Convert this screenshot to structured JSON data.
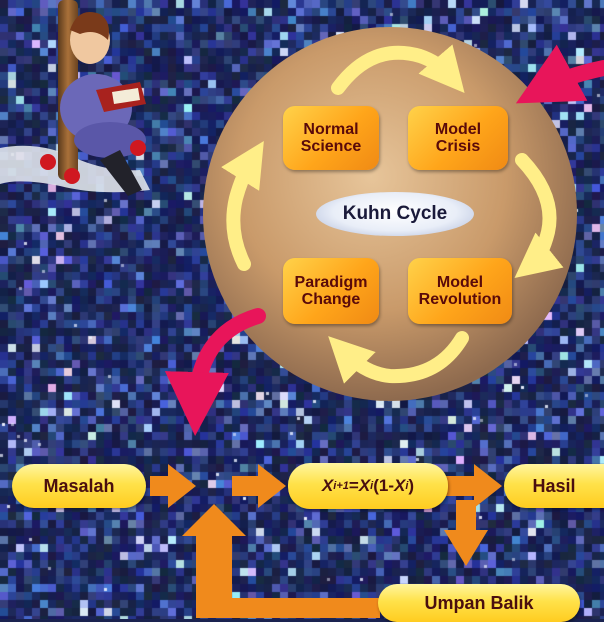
{
  "colors": {
    "background": "#1a2350",
    "circle": "#c89868",
    "box_fill": "#ffa51a",
    "box_text": "#5a0a0a",
    "cycle_arrow": "#ffee88",
    "pink_arrow": "#e8155a",
    "flow_arrow": "#f08a1c",
    "pill_fill": "#ffe24a"
  },
  "cycle": {
    "center_label": "Kuhn Cycle",
    "stages": [
      {
        "line1": "Normal",
        "line2": "Science"
      },
      {
        "line1": "Model",
        "line2": "Crisis"
      },
      {
        "line1": "Paradigm",
        "line2": "Change"
      },
      {
        "line1": "Model",
        "line2": "Revolution"
      }
    ]
  },
  "flow": {
    "input": "Masalah",
    "formula": {
      "x": "X",
      "sub_next": "i+1",
      "eq": "=",
      "sub_i": "i",
      "open": "(1-",
      "close": ")"
    },
    "output": "Hasil",
    "feedback": "Umpan Balik"
  },
  "illustration": {
    "name": "reading-figure",
    "icon": "person-reading-book-under-tree"
  }
}
